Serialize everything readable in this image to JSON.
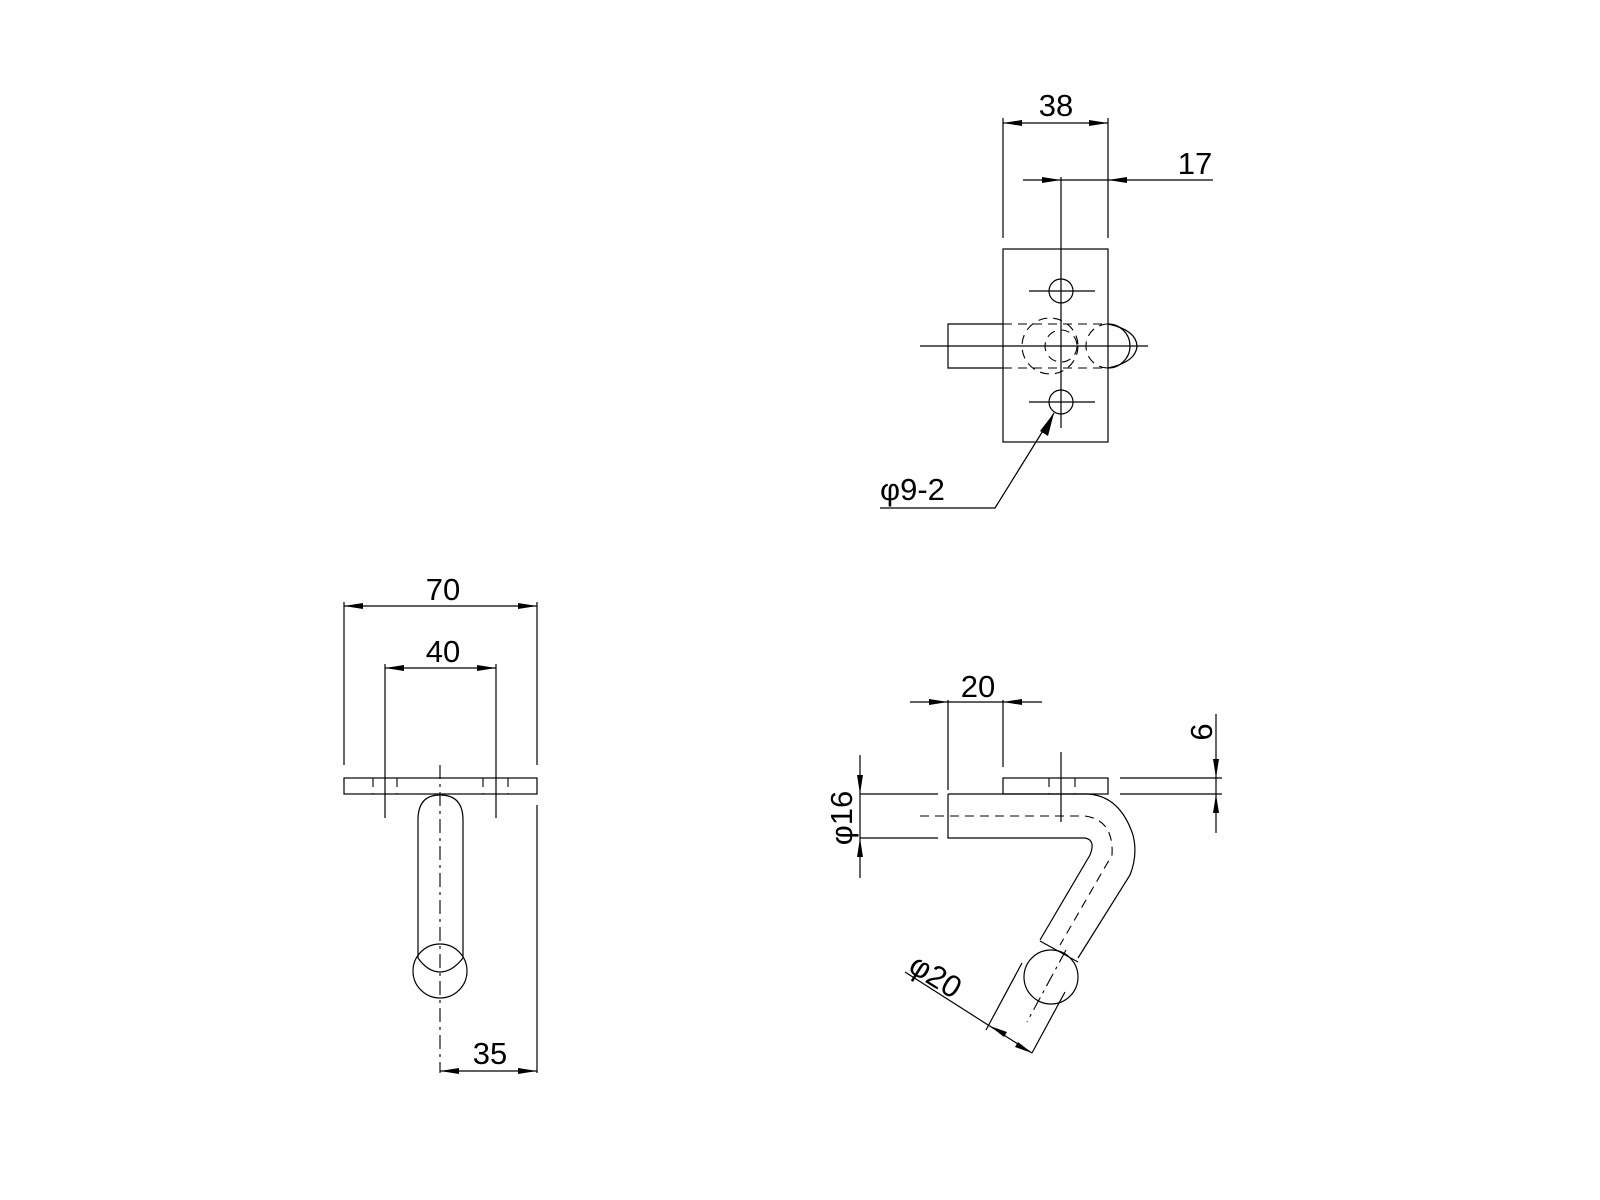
{
  "top_view": {
    "dim_width": "38",
    "dim_offset": "17",
    "hole_note": "φ9-2"
  },
  "front_view": {
    "dim_overall": "70",
    "dim_hole_spacing": "40",
    "dim_half": "35"
  },
  "side_view": {
    "dim_length": "20",
    "dim_thickness": "6",
    "dim_rod_dia": "φ16",
    "dim_ball_dia": "φ20"
  },
  "colors": {
    "line": "#000000",
    "background": "#ffffff"
  }
}
